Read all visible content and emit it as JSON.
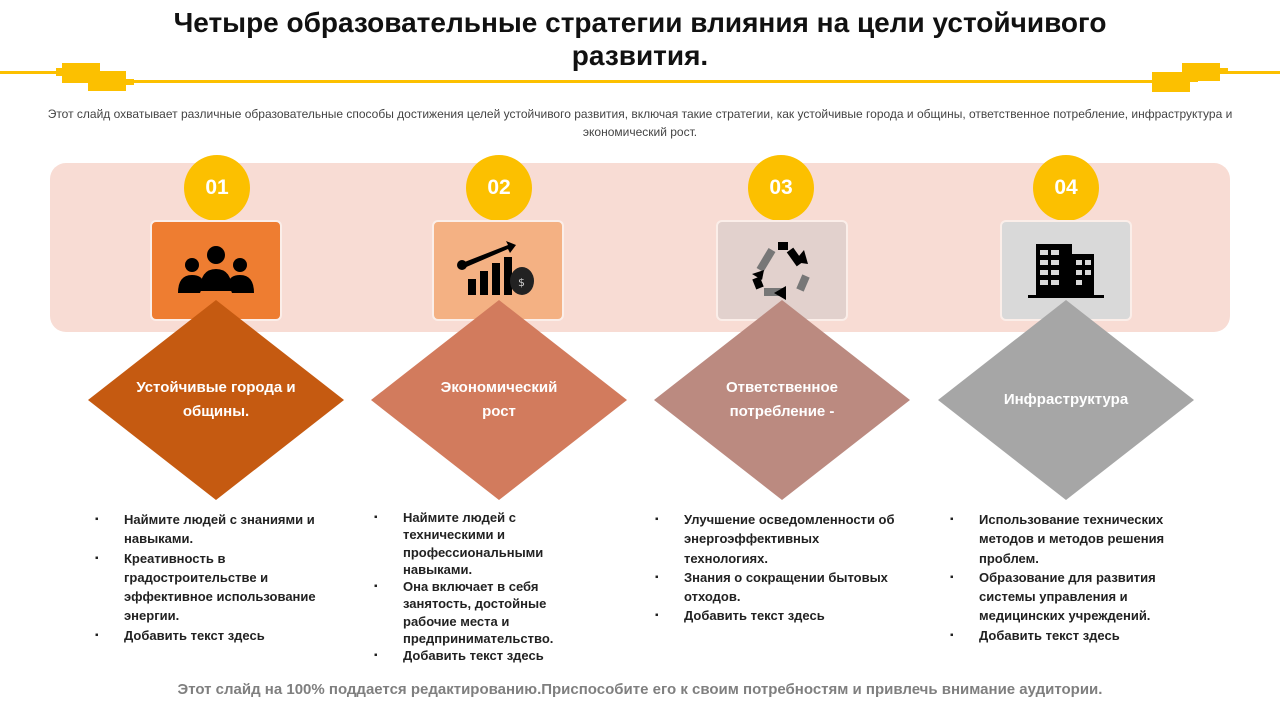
{
  "title": "Четыре образовательные стратегии влияния на цели устойчивого развития.",
  "subtitle": "Этот слайд охватывает различные образовательные способы достижения целей устойчивого развития, включая такие стратегии, как устойчивые города и общины, ответственное потребление, инфраструктура и экономический рост.",
  "accent": "#fcc000",
  "strategies": [
    {
      "number": "01",
      "icon": "people-group-icon",
      "box_color": "#ee7d31",
      "diamond_color": "#c55a11",
      "label": "Устойчивые города и общины.",
      "bullets": [
        "Наймите людей с знаниями и навыками.",
        "Креативность в градостроительстве и эффективное использование энергии.",
        "Добавить текст здесь"
      ]
    },
    {
      "number": "02",
      "icon": "growth-chart-coin-icon",
      "box_color": "#f4b183",
      "diamond_color": "#d27b5d",
      "label": "Экономический рост",
      "bullets": [
        "Наймите людей с техническими и профессиональными навыками.",
        "Она включает в себя занятость, достойные рабочие места и предпринимательство.",
        "Добавить текст здесь"
      ]
    },
    {
      "number": "03",
      "icon": "recycle-icon",
      "box_color": "#e2d1cd",
      "diamond_color": "#bb8a80",
      "label": "Ответственное потребление -",
      "bullets": [
        "Улучшение осведомленности об энергоэффективных технологиях.",
        "Знания о сокращении бытовых отходов.",
        "Добавить текст здесь"
      ]
    },
    {
      "number": "04",
      "icon": "building-icon",
      "box_color": "#d9d9d9",
      "diamond_color": "#a6a6a6",
      "label": "Инфраструктура",
      "bullets": [
        "Использование технических методов и методов решения проблем.",
        "Образование для развития системы управления и медицинских учреждений.",
        "Добавить текст здесь"
      ]
    }
  ],
  "footer": "Этот слайд на 100% поддается редактированию.Приспособите его к своим потребностям и привлечь внимание аудитории."
}
